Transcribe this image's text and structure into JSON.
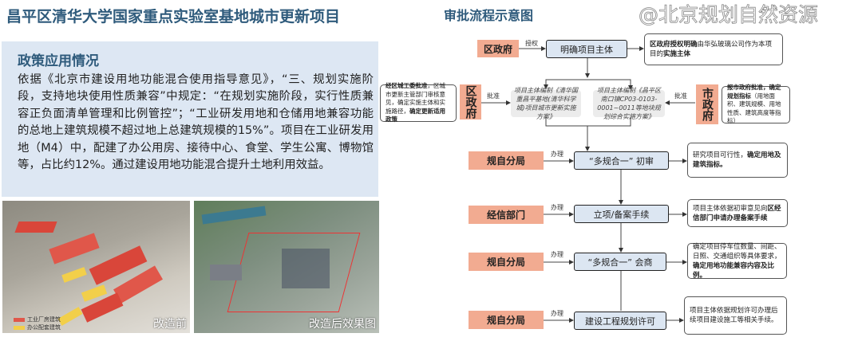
{
  "left": {
    "title": "昌平区清华大学国家重点实验室基地城市更新项目",
    "policy_heading": "政策应用情况",
    "policy_text": "依据《北京市建设用地功能混合使用指导意见》，“三、规划实施阶段，支持地块使用性质兼容”中规定：“在规划实施阶段，实行性质兼容正负面清单管理和比例管控”；“工业研发用地和仓储用地兼容功能的总地上建筑规模不超过地上总建筑规模的15%”。项目在工业研发用地（M4）中，配建了办公用房、接待中心、食堂、学生公寓、博物馆等，占比约12%。通过建设用地功能混合提升土地利用效益。",
    "photo_before_caption": "改造前",
    "photo_after_caption": "改造后效果图",
    "legend": [
      {
        "label": "工业厂房建筑",
        "color": "#e0574a"
      },
      {
        "label": "办公配套建筑",
        "color": "#f2cf4a"
      }
    ]
  },
  "right": {
    "title": "审批流程示意图",
    "top_org": "区政府",
    "top_action": "授权",
    "top_step": "明确项目主体",
    "top_note_bold": "区政府授权明确",
    "top_note_mid": "由华弘玻璃公司作为本项目的",
    "top_note_bold2": "实施主体",
    "left_org": "区政府",
    "left_action": "批准",
    "left_note_bold": "经区城工委批准",
    "left_note_text": "，区城市更新主管部门审核意见，确定实施主体和实施路径，",
    "left_note_bold2": "确定更新适用政策",
    "plan1": "项目主体编制《清华国重昌平基地(清华科学城)项目城市更新实施方案》",
    "plan2": "项目主体编制《昌平区南口镇CP03-0103-0001~0011等地块规划综合实施方案》",
    "right_org": "市政府",
    "right_action": "批准",
    "right_note_bold": "报市政府批准，确定规划指标",
    "right_note_text": "（用地面积、建筑规模、用地性质、建筑高度等指标）",
    "steps": [
      {
        "org": "规自分局",
        "action": "办理",
        "step": "“多规合一” 初审",
        "note": "研究项目可行性，",
        "note_bold": "确定用地及建筑指标。"
      },
      {
        "org": "经信部门",
        "action": "办理",
        "step": "立项/备案手续",
        "note": "项目主体依据初审意见向",
        "note_bold": "区经信部门申请办理备案手续"
      },
      {
        "org": "规自分局",
        "action": "办理",
        "step": "“多规合一” 会商",
        "note": "确定项目停车位数量、间距、日照、交通组织等具体要求，",
        "note_bold": "确定用地功能兼容内容及比例。"
      },
      {
        "org": "规自分局",
        "action": "办理",
        "step": "建设工程规划许可",
        "note": "项目主体依据规划许可办理后续项目建设施工等相关手续。",
        "note_bold": ""
      }
    ],
    "watermark": "@北京规划自然资源"
  }
}
